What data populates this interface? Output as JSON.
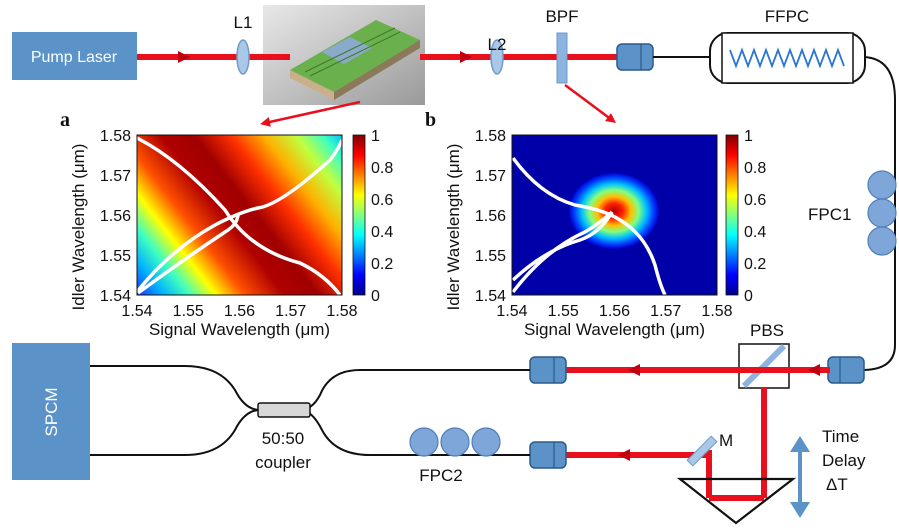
{
  "labels": {
    "pump_laser": "Pump Laser",
    "l1": "L1",
    "l2": "L2",
    "bpf": "BPF",
    "ffpc": "FFPC",
    "fpc1": "FPC1",
    "fpc2": "FPC2",
    "pbs": "PBS",
    "spcm": "SPCM",
    "coupler_ratio": "50:50",
    "coupler": "coupler",
    "mirror": "M",
    "time": "Time",
    "delay": "Delay",
    "delta_t": "ΔT",
    "panel_a": "a",
    "panel_b": "b"
  },
  "colors": {
    "beam": "#e8101c",
    "component_blue": "#5b92c8",
    "fiber": "#111111"
  },
  "chart_data": [
    {
      "type": "heatmap",
      "panel": "a",
      "xlabel": "Signal Wavelength (μm)",
      "ylabel": "Idler Wavelength (μm)",
      "xlim": [
        1.54,
        1.58
      ],
      "ylim": [
        1.54,
        1.58
      ],
      "xticks": [
        "1.54",
        "1.55",
        "1.56",
        "1.57",
        "1.58"
      ],
      "yticks": [
        "1.54",
        "1.55",
        "1.56",
        "1.57",
        "1.58"
      ],
      "colorbar_ticks": [
        "0",
        "0.2",
        "0.4",
        "0.6",
        "0.8",
        "1"
      ],
      "colormap": "jet",
      "description_points": {
        "ridge_peak_sum_um": 3.12,
        "band_center_signal_idler": [
          1.56,
          1.56
        ]
      }
    },
    {
      "type": "heatmap",
      "panel": "b",
      "xlabel": "Signal Wavelength (μm)",
      "ylabel": "Idler Wavelength (μm)",
      "xlim": [
        1.54,
        1.58
      ],
      "ylim": [
        1.54,
        1.58
      ],
      "xticks": [
        "1.54",
        "1.55",
        "1.56",
        "1.57",
        "1.58"
      ],
      "yticks": [
        "1.54",
        "1.55",
        "1.56",
        "1.57",
        "1.58"
      ],
      "colorbar_ticks": [
        "0",
        "0.2",
        "0.4",
        "0.6",
        "0.8",
        "1"
      ],
      "colormap": "jet",
      "description_points": {
        "peak_signal_idler": [
          1.56,
          1.56
        ]
      }
    }
  ]
}
